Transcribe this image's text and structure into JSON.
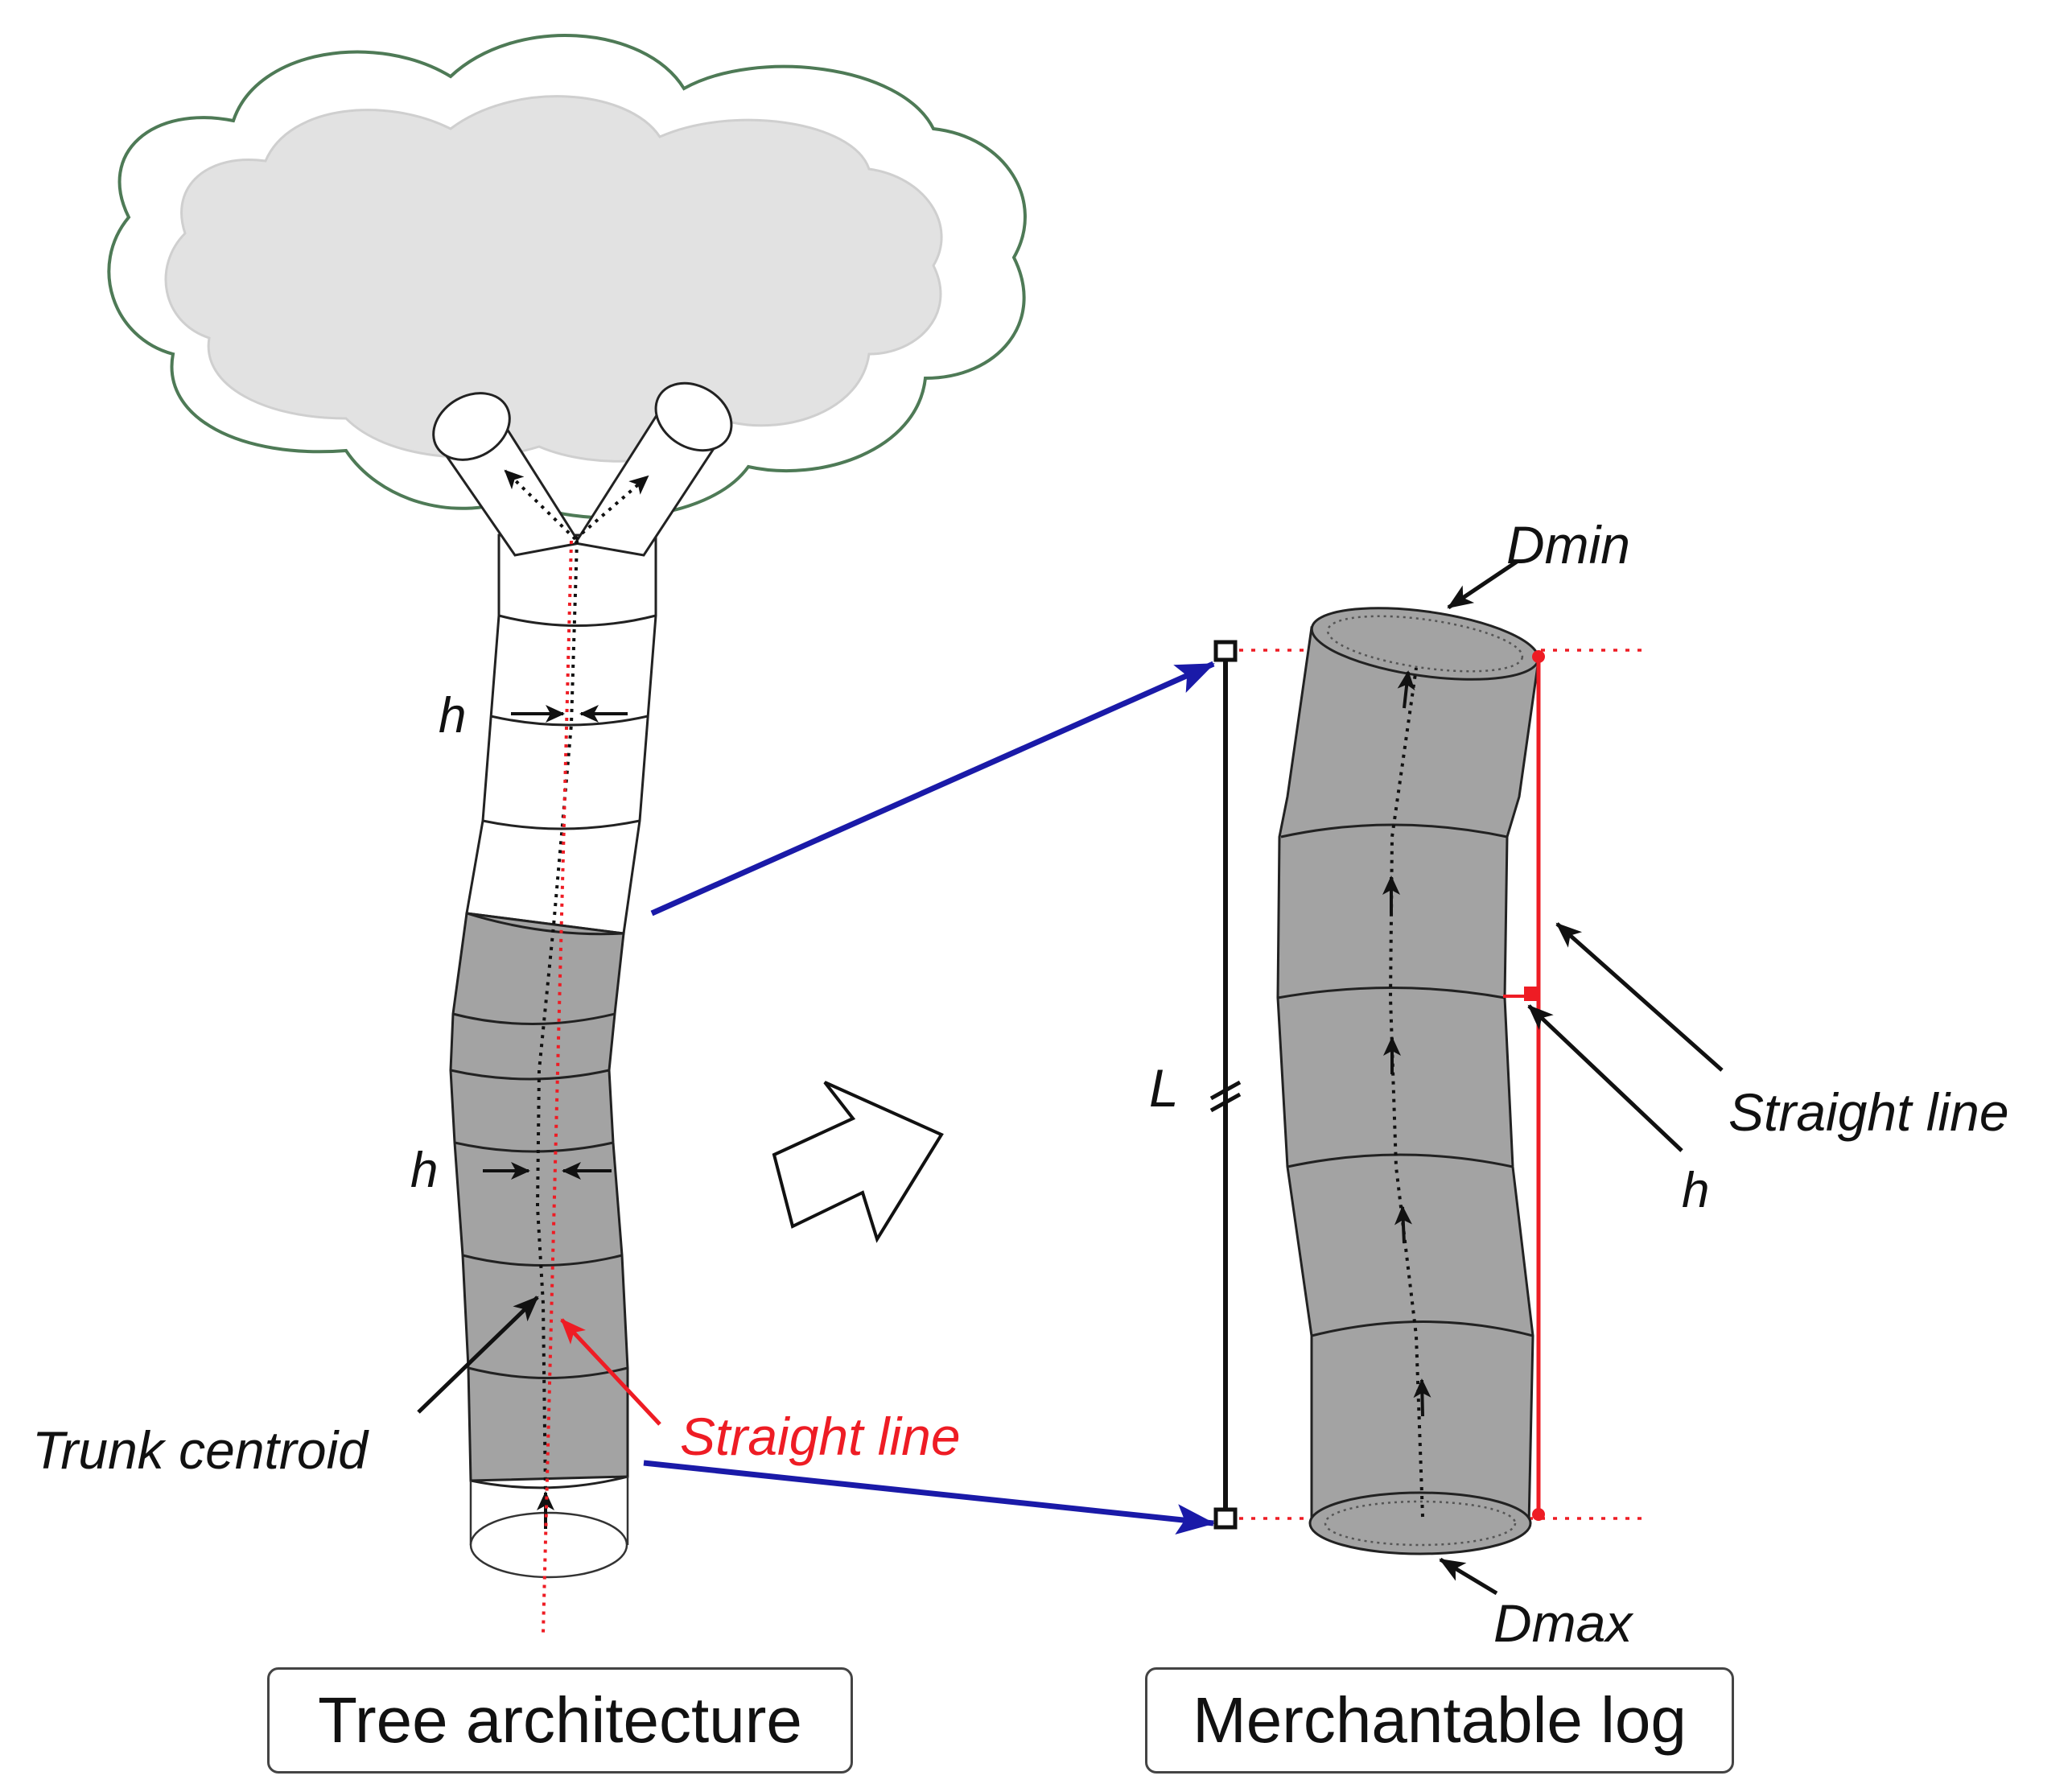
{
  "labels": {
    "h": "h",
    "L": "L",
    "dmin": "Dmin",
    "dmax": "Dmax",
    "straight_line": "Straight line",
    "trunk_centroid": "Trunk centroid"
  },
  "captions": {
    "tree": "Tree architecture",
    "log": "Merchantable log"
  },
  "colors": {
    "canopy_fill": "#e2e2e2",
    "canopy_outline": "#4e7a56",
    "trunk_gray": "#a3a3a3",
    "straight_line_red": "#ee1c24",
    "blue_arrow": "#1a1aa8",
    "black": "#111111"
  }
}
